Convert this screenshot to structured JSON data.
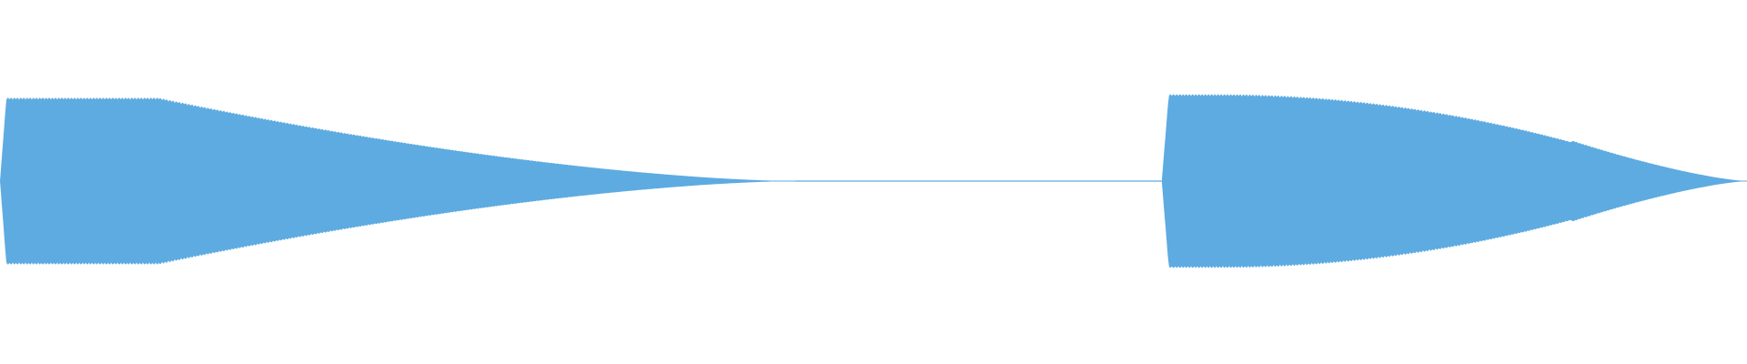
{
  "waveform": {
    "color": "#5dabe1",
    "background": "#ffffff",
    "channel_count": 1,
    "segments": [
      {
        "name": "first-tone",
        "start_fraction": 0.0,
        "end_fraction": 0.455,
        "peak_amplitude": 0.93,
        "envelope": "sustain-then-decay"
      },
      {
        "name": "silence",
        "start_fraction": 0.455,
        "end_fraction": 0.665,
        "peak_amplitude": 0.0,
        "envelope": "flat"
      },
      {
        "name": "second-tone",
        "start_fraction": 0.665,
        "end_fraction": 1.0,
        "peak_amplitude": 0.97,
        "envelope": "attack-sustain-decay"
      }
    ]
  }
}
